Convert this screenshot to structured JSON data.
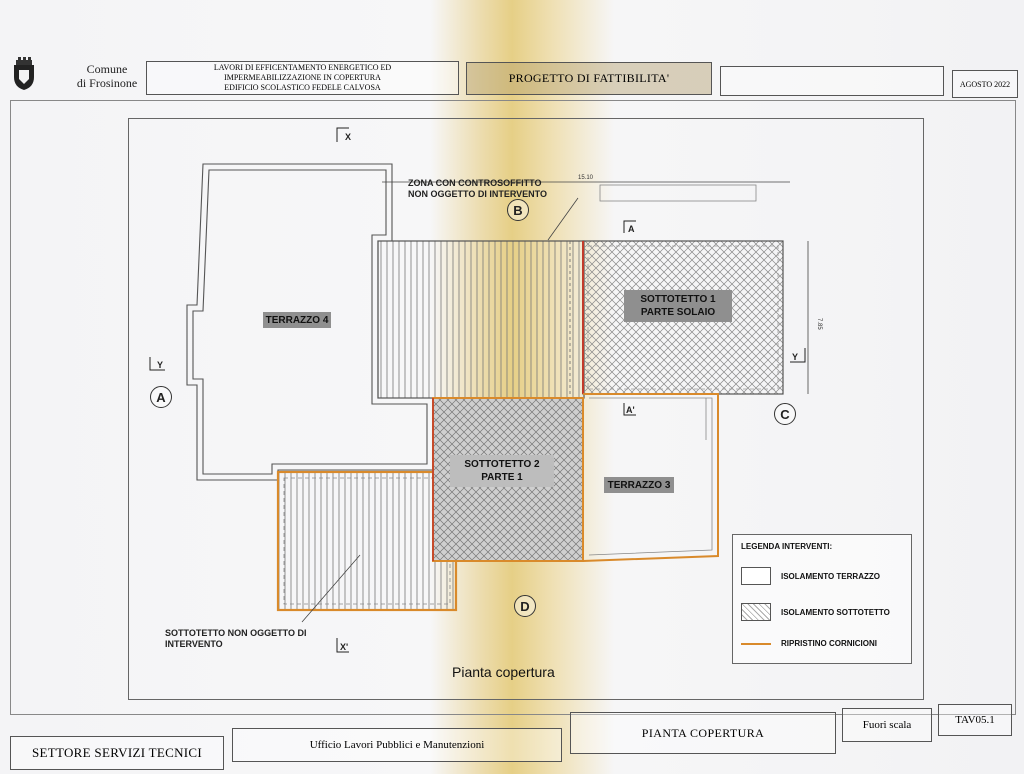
{
  "header": {
    "municipality_line1": "Comune",
    "municipality_line2": "di Frosinone",
    "project_title_line1": "LAVORI DI EFFICENTAMENTO ENERGETICO ED",
    "project_title_line2": "IMPERMEABILIZZAZIONE IN COPERTURA",
    "project_title_line3": "EDIFICIO SCOLASTICO FEDELE CALVOSA",
    "phase": "PROGETTO DI FATTIBILITA'",
    "blank_field": "",
    "date": "AGOSTO 2022"
  },
  "drawing": {
    "title": "Pianta copertura",
    "areas": {
      "terrazzo4": "TERRAZZO 4",
      "terrazzo3": "TERRAZZO 3",
      "sottotetto1_line1": "SOTTOTETTO 1",
      "sottotetto1_line2": "PARTE SOLAIO",
      "sottotetto2_line1": "SOTTOTETTO 2",
      "sottotetto2_line2": "PARTE 1"
    },
    "notes": {
      "controsoffitto_line1": "ZONA CON CONTROSOFFITTO",
      "controsoffitto_line2": "NON OGGETTO DI INTERVENTO",
      "sottotetto_non_line1": "SOTTOTETTO NON OGGETTO DI",
      "sottotetto_non_line2": "INTERVENTO"
    },
    "markers": {
      "a": "A",
      "b": "B",
      "c": "C",
      "d": "D"
    },
    "sections": {
      "x": "X",
      "x_prime": "X'",
      "y": "Y",
      "y_right": "Y",
      "a": "A",
      "a_prime": "A'"
    },
    "dimensions": {
      "top": "15.10",
      "right": "7.85"
    }
  },
  "legend": {
    "title": "LEGENDA INTERVENTI:",
    "items": [
      {
        "label": "ISOLAMENTO TERRAZZO"
      },
      {
        "label": "ISOLAMENTO SOTTOTETTO"
      },
      {
        "label": "RIPRISTINO CORNICIONI"
      }
    ],
    "colors": {
      "cornice": "#d98a2b",
      "red_line": "#c23a2a",
      "hatch": "#777777"
    }
  },
  "footer": {
    "department": "SETTORE SERVIZI TECNICI",
    "office": "Ufficio Lavori Pubblici e Manutenzioni",
    "sheet_title": "PIANTA COPERTURA",
    "scale": "Fuori scala",
    "sheet_code": "TAV05.1"
  }
}
